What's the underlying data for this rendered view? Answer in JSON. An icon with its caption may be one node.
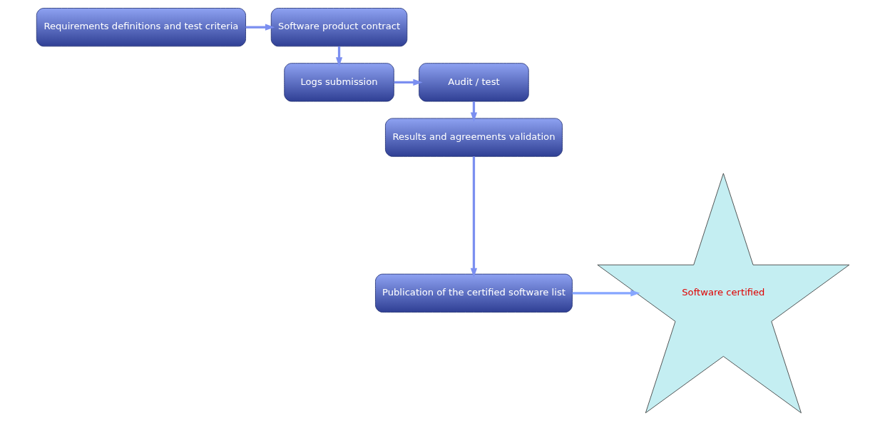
{
  "diagram": {
    "nodes": [
      {
        "text": [
          "Requirements definitions and test criteria"
        ]
      },
      {
        "text": [
          "Software product contract"
        ]
      },
      {
        "text": [
          "Logs submission"
        ]
      },
      {
        "text": [
          "Audit / test"
        ]
      },
      {
        "text": [
          "Results and agreements validation"
        ]
      },
      {
        "text": [
          "Publication of the certified software list"
        ]
      },
      {
        "text": [
          "Software certified"
        ]
      }
    ],
    "edges": [
      {
        "from": 0,
        "to": 1,
        "arrow": "to"
      },
      {
        "from": 1,
        "to": 2,
        "arrow": "to"
      },
      {
        "from": 2,
        "to": 3,
        "arrow": "to"
      },
      {
        "from": 3,
        "to": 4,
        "arrow": "to"
      },
      {
        "from": 4,
        "to": 5,
        "arrow": "to"
      },
      {
        "from": 5,
        "to": 6,
        "arrow": "to",
        "color": "#86a6ff"
      }
    ]
  }
}
